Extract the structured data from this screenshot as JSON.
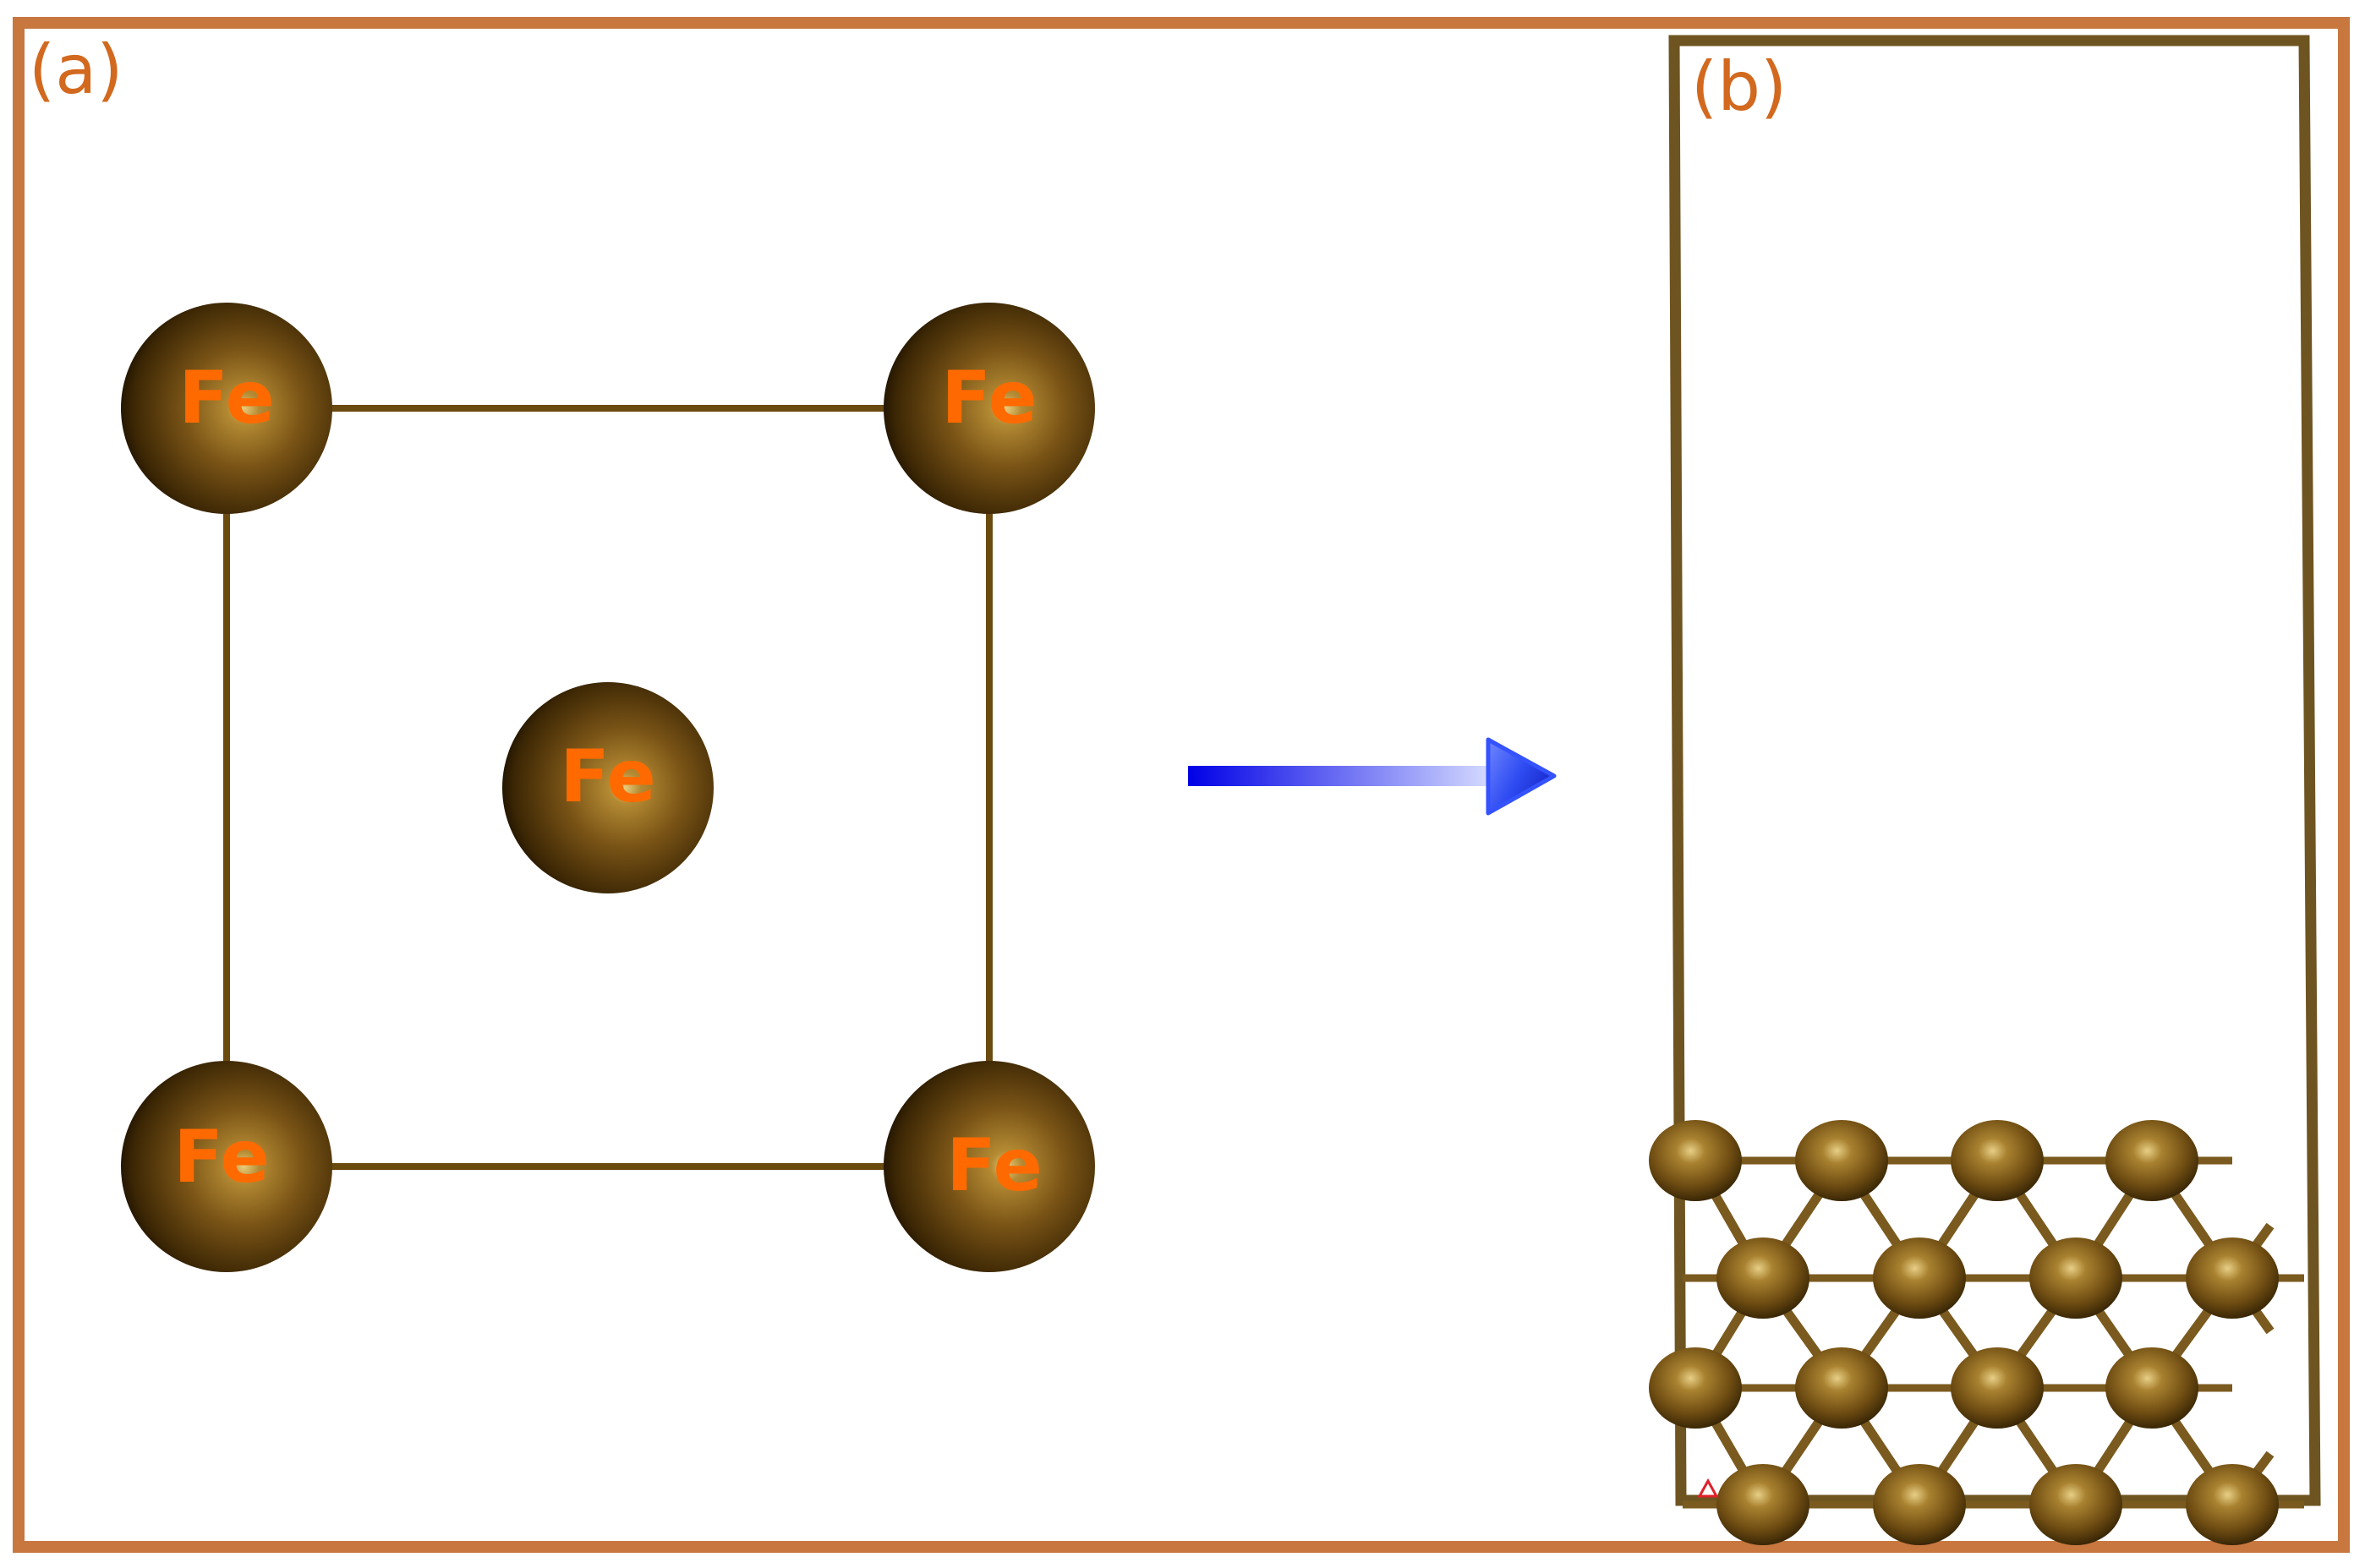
{
  "panels": {
    "a": {
      "label": "(a)"
    },
    "b": {
      "label": "(b)"
    }
  },
  "unit_cell": {
    "atoms": [
      {
        "id": "corner-top-left",
        "symbol": "Fe"
      },
      {
        "id": "corner-top-right",
        "symbol": "Fe"
      },
      {
        "id": "body-center",
        "symbol": "Fe"
      },
      {
        "id": "corner-bottom-left",
        "symbol": "Fe"
      },
      {
        "id": "corner-bottom-right",
        "symbol": "Fe"
      }
    ]
  },
  "colors": {
    "frame": "#c8773f",
    "cell_edge": "#6b4a10",
    "atom_dark": "#2b1a00",
    "atom_mid": "#6b4a12",
    "atom_highlight": "#c7a24a",
    "label": "#ff6a00",
    "arrow": "#1010ee",
    "slab_box": "#6e5420"
  }
}
